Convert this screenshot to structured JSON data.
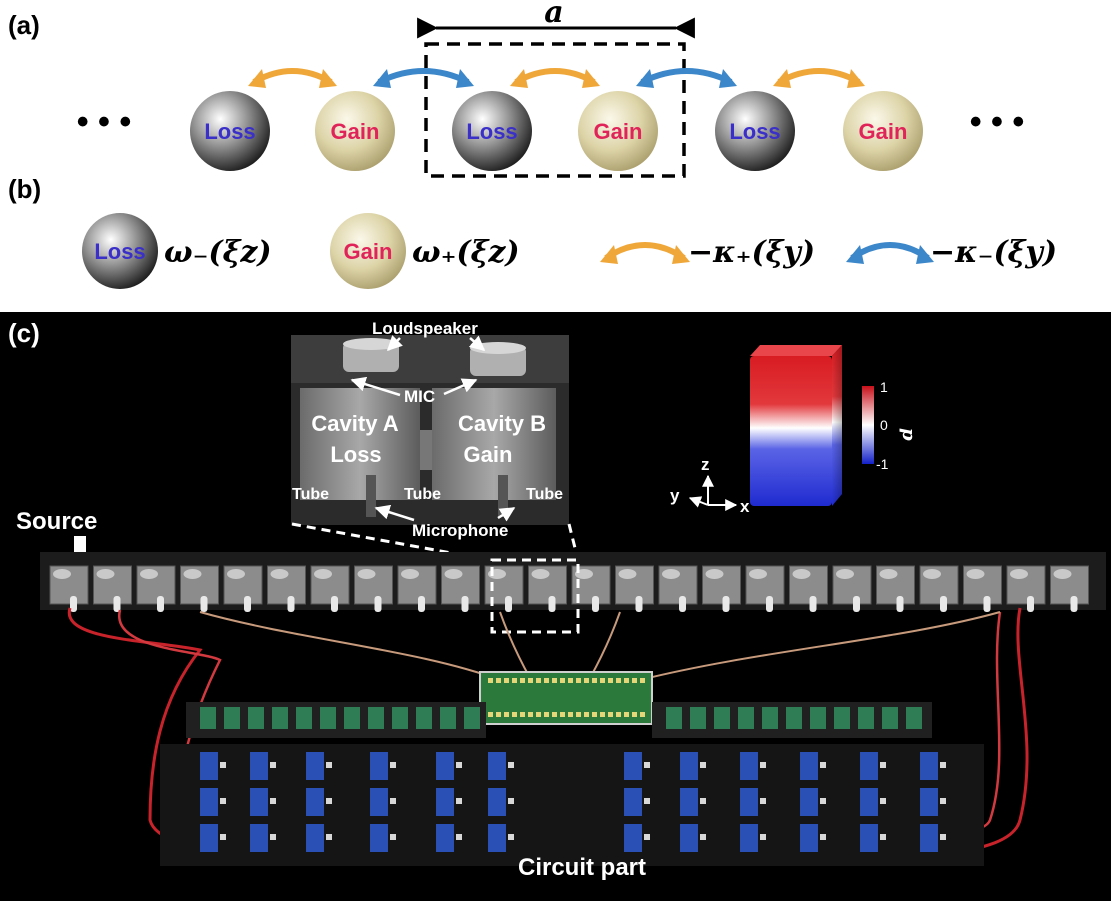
{
  "panels": {
    "a": {
      "tag": "(a)",
      "period_label": "a"
    },
    "b": {
      "tag": "(b)"
    },
    "c": {
      "tag": "(c)"
    }
  },
  "chain": {
    "ellipsis": "• • •",
    "sites": [
      "Loss",
      "Gain",
      "Loss",
      "Gain",
      "Loss",
      "Gain"
    ],
    "couplings": [
      "orange",
      "blue",
      "orange",
      "blue",
      "orange"
    ]
  },
  "legend": {
    "loss_label": "Loss",
    "loss_formula": "ω₋(ξz)",
    "gain_label": "Gain",
    "gain_formula": "ω₊(ξz)",
    "kappa_plus": "−κ₊(ξy)",
    "kappa_minus": "−κ₋(ξy)"
  },
  "photo": {
    "loudspeaker": "Loudspeaker",
    "mic": "MIC",
    "cavity_a": "Cavity A",
    "loss": "Loss",
    "cavity_b": "Cavity B",
    "gain": "Gain",
    "tube": "Tube",
    "microphone": "Microphone",
    "source": "Source",
    "circuit_part": "Circuit part"
  },
  "field_plot": {
    "colorbar_max": "1",
    "colorbar_mid": "0",
    "colorbar_min": "-1",
    "colorbar_label": "p",
    "axis_z": "z",
    "axis_y": "y",
    "axis_x": "x"
  },
  "colors": {
    "loss_text": "#3a2fc9",
    "gain_text": "#e0245a",
    "orange_arrow": "#f0a73a",
    "blue_arrow": "#3c87c9",
    "red": "#d8141c",
    "blue": "#1f2fd6"
  }
}
